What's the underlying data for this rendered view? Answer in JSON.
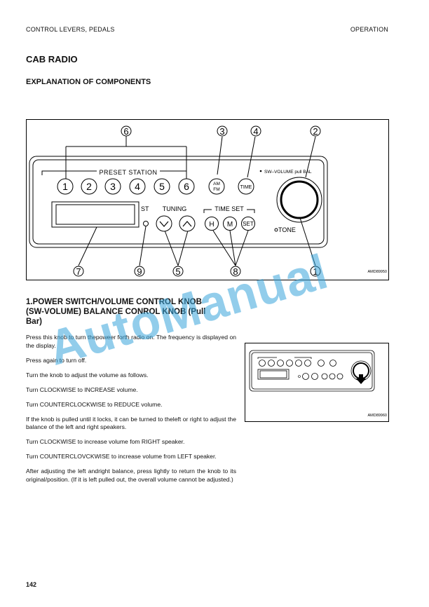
{
  "header": {
    "left": "CONTROL LEVERS, PEDALS",
    "right": "OPERATION"
  },
  "title": "CAB RADIO",
  "subtitle": "EXPLANATION OF COMPONENTS",
  "figure1": {
    "code": "AMD89950",
    "preset_label": "PRESET STATION",
    "preset_buttons": [
      "1",
      "2",
      "3",
      "4",
      "5",
      "6"
    ],
    "am_fm": [
      "AM",
      "FM"
    ],
    "time": "TIME",
    "sw_label": "SW–VOLUME pull BAL",
    "st": "ST",
    "tuning": "TUNING",
    "time_set": "TIME SET",
    "h": "H",
    "m": "M",
    "set": "SET",
    "tone": "TONE",
    "callouts": [
      "1",
      "2",
      "3",
      "4",
      "5",
      "6",
      "7",
      "8",
      "9"
    ]
  },
  "section": {
    "heading_line1": "1.POWER SWITCH/VOLUME CONTROL KNOB",
    "heading_line2": "(SW-VOLUME) BALANCE CONROL KNOB (Pull",
    "heading_line3": "Bar)",
    "paragraphs": [
      "Press this knob to turn thepoweer forth radio on. The frequency is displayed on the display.",
      "Press again to turn off.",
      "Turn the knob to adjust the volume as follows.",
      "Turn CLOCKWISE to INCREASE volume.",
      "Turn COUNTERCLOCKWISE to REDUCE volume.",
      "If the knob is pulled until it locks, it can be turned to theleft or right to adjust the balance of the left and right speakers.",
      "Turn CLOCKWISE to increase volume fom RIGHT speaker.",
      "Turn COUNTERCLOVCKWISE to increase volume from LEFT speaker.",
      "After adjusting the left andright balance, press lightly to return the knob to its original/position. (If it is left pulled out, the overall volume cannot be adjusted.)"
    ]
  },
  "figure2": {
    "code": "AMD89960"
  },
  "page_number": "142",
  "watermark": "AutoManual"
}
